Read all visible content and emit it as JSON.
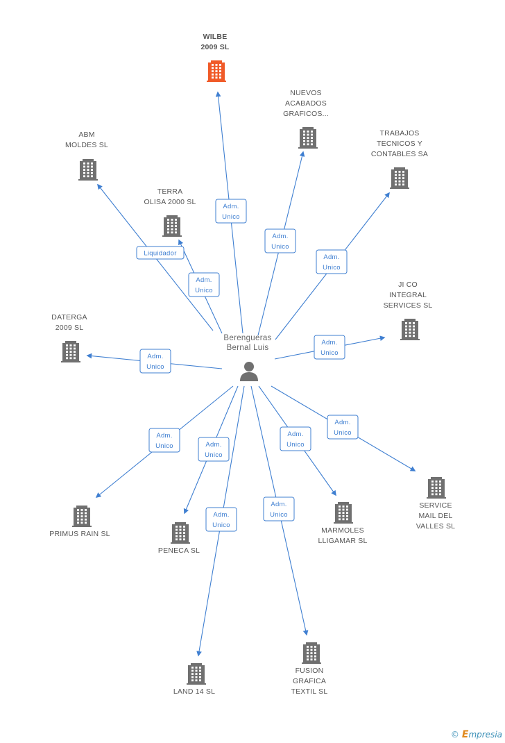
{
  "center": {
    "name_lines": [
      "Berengueras",
      "Bernal Luis"
    ]
  },
  "companies": [
    {
      "id": "wilbe",
      "lines": [
        "WILBE",
        "2009 SL"
      ],
      "highlight": true,
      "color": "#f05a28",
      "role": [
        "Adm.",
        "Unico"
      ]
    },
    {
      "id": "nuevos",
      "lines": [
        "NUEVOS",
        "ACABADOS",
        "GRAFICOS..."
      ],
      "color": "#707070",
      "role": [
        "Adm.",
        "Unico"
      ]
    },
    {
      "id": "trabajos",
      "lines": [
        "TRABAJOS",
        "TECNICOS Y",
        "CONTABLES SA"
      ],
      "color": "#707070",
      "role": [
        "Adm.",
        "Unico"
      ]
    },
    {
      "id": "abm",
      "lines": [
        "ABM",
        "MOLDES SL"
      ],
      "color": "#707070",
      "role": [
        "Liquidador"
      ]
    },
    {
      "id": "terra",
      "lines": [
        "TERRA",
        "OLISA 2000 SL"
      ],
      "color": "#707070",
      "role": [
        "Adm.",
        "Unico"
      ]
    },
    {
      "id": "jico",
      "lines": [
        "JI CO",
        "INTEGRAL",
        "SERVICES SL"
      ],
      "color": "#707070",
      "role": [
        "Adm.",
        "Unico"
      ]
    },
    {
      "id": "daterga",
      "lines": [
        "DATERGA",
        "2009 SL"
      ],
      "color": "#707070",
      "role": [
        "Adm.",
        "Unico"
      ]
    },
    {
      "id": "primus",
      "lines": [
        "PRIMUS RAIN SL"
      ],
      "color": "#707070",
      "role": [
        "Adm.",
        "Unico"
      ]
    },
    {
      "id": "peneca",
      "lines": [
        "PENECA SL"
      ],
      "color": "#707070",
      "role": [
        "Adm.",
        "Unico"
      ]
    },
    {
      "id": "land",
      "lines": [
        "LAND 14 SL"
      ],
      "color": "#707070",
      "role": [
        "Adm.",
        "Unico"
      ]
    },
    {
      "id": "fusion",
      "lines": [
        "FUSION",
        "GRAFICA",
        "TEXTIL SL"
      ],
      "color": "#707070",
      "role": [
        "Adm.",
        "Unico"
      ]
    },
    {
      "id": "marmoles",
      "lines": [
        "MARMOLES",
        "LLIGAMAR SL"
      ],
      "color": "#707070",
      "role": [
        "Adm.",
        "Unico"
      ]
    },
    {
      "id": "service",
      "lines": [
        "SERVICE",
        "MAIL DEL",
        "VALLES SL"
      ],
      "color": "#707070",
      "role": [
        "Adm.",
        "Unico"
      ]
    }
  ],
  "footer": {
    "copyright": "©",
    "brand_initial": "E",
    "brand_rest": "mpresia"
  },
  "colors": {
    "edge": "#3f7fd1",
    "person": "#707070"
  }
}
